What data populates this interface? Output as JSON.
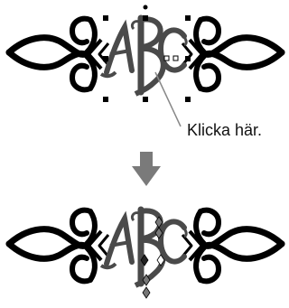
{
  "callout": {
    "text": "Klicka här."
  },
  "monogram_letters": [
    "A",
    "B",
    "C"
  ],
  "colors": {
    "ornament": "#000000",
    "monogram": "#4a4a4a",
    "handle": "#000000",
    "arrow": "#7a7a7a",
    "leader": "#888888"
  },
  "icons": {
    "step_arrow": "down-arrow-icon"
  }
}
